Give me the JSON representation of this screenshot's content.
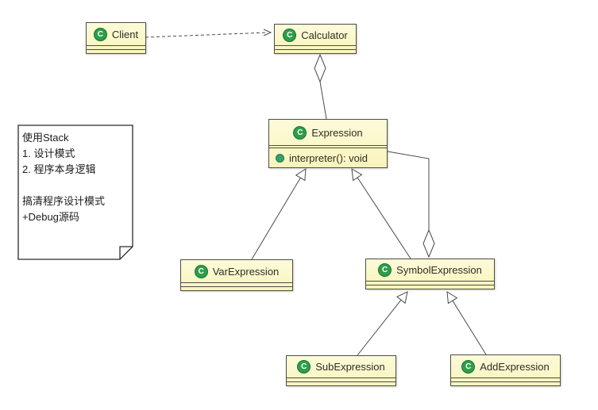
{
  "diagram": {
    "classes": {
      "client": {
        "name": "Client",
        "icon_letter": "C"
      },
      "calculator": {
        "name": "Calculator",
        "icon_letter": "C"
      },
      "expression": {
        "name": "Expression",
        "icon_letter": "C",
        "methods": [
          "interpreter(): void"
        ]
      },
      "var_expression": {
        "name": "VarExpression",
        "icon_letter": "C"
      },
      "symbol_expression": {
        "name": "SymbolExpression",
        "icon_letter": "C"
      },
      "sub_expression": {
        "name": "SubExpression",
        "icon_letter": "C"
      },
      "add_expression": {
        "name": "AddExpression",
        "icon_letter": "C"
      }
    },
    "relationships": [
      {
        "from": "Client",
        "to": "Calculator",
        "type": "dependency"
      },
      {
        "from": "Calculator",
        "to": "Expression",
        "type": "aggregation"
      },
      {
        "from": "VarExpression",
        "to": "Expression",
        "type": "generalization"
      },
      {
        "from": "SymbolExpression",
        "to": "Expression",
        "type": "generalization"
      },
      {
        "from": "SymbolExpression",
        "to": "Expression",
        "type": "aggregation"
      },
      {
        "from": "SubExpression",
        "to": "SymbolExpression",
        "type": "generalization"
      },
      {
        "from": "AddExpression",
        "to": "SymbolExpression",
        "type": "generalization"
      }
    ],
    "note": {
      "lines": [
        "使用Stack",
        "1. 设计模式",
        "2. 程序本身逻辑",
        "",
        "搞清程序设计模式",
        "+Debug源码"
      ]
    },
    "colors": {
      "class_fill": "#f9f4bc",
      "class_border": "#4e4e44",
      "icon_green": "#2e9e4b",
      "method_dot": "#35a06b",
      "connector": "#4a4a4a",
      "note_fill": "#ffffff",
      "background": "#ffffff"
    }
  }
}
